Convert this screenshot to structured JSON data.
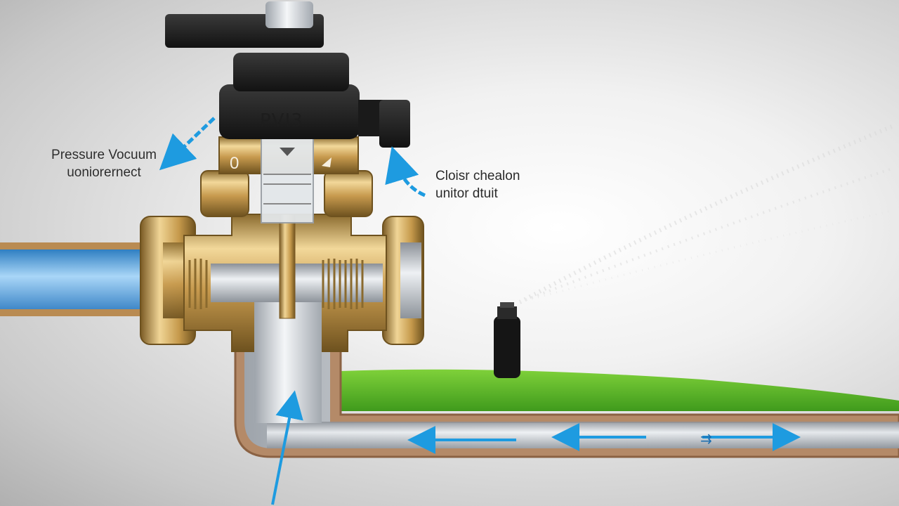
{
  "labels": {
    "pressure_vacuum": {
      "line1": "Pressure Vocuum",
      "line2": "uoniorernect"
    },
    "check_valve": {
      "line1": "Cloisr chealon",
      "line2": "unitor dtuit"
    },
    "valve_marking": "PVI3"
  },
  "icons": {
    "valve": "pressure-vacuum-breaker-icon",
    "sprinkler": "sprinkler-head-icon",
    "flow_arrow": "arrow-icon"
  },
  "colors": {
    "brass": "#c9a35a",
    "pipe_water": "#5fa8e4",
    "arrow": "#1e9be0",
    "grass": "#5fbf25",
    "valve_body": "#1c1c1c"
  }
}
